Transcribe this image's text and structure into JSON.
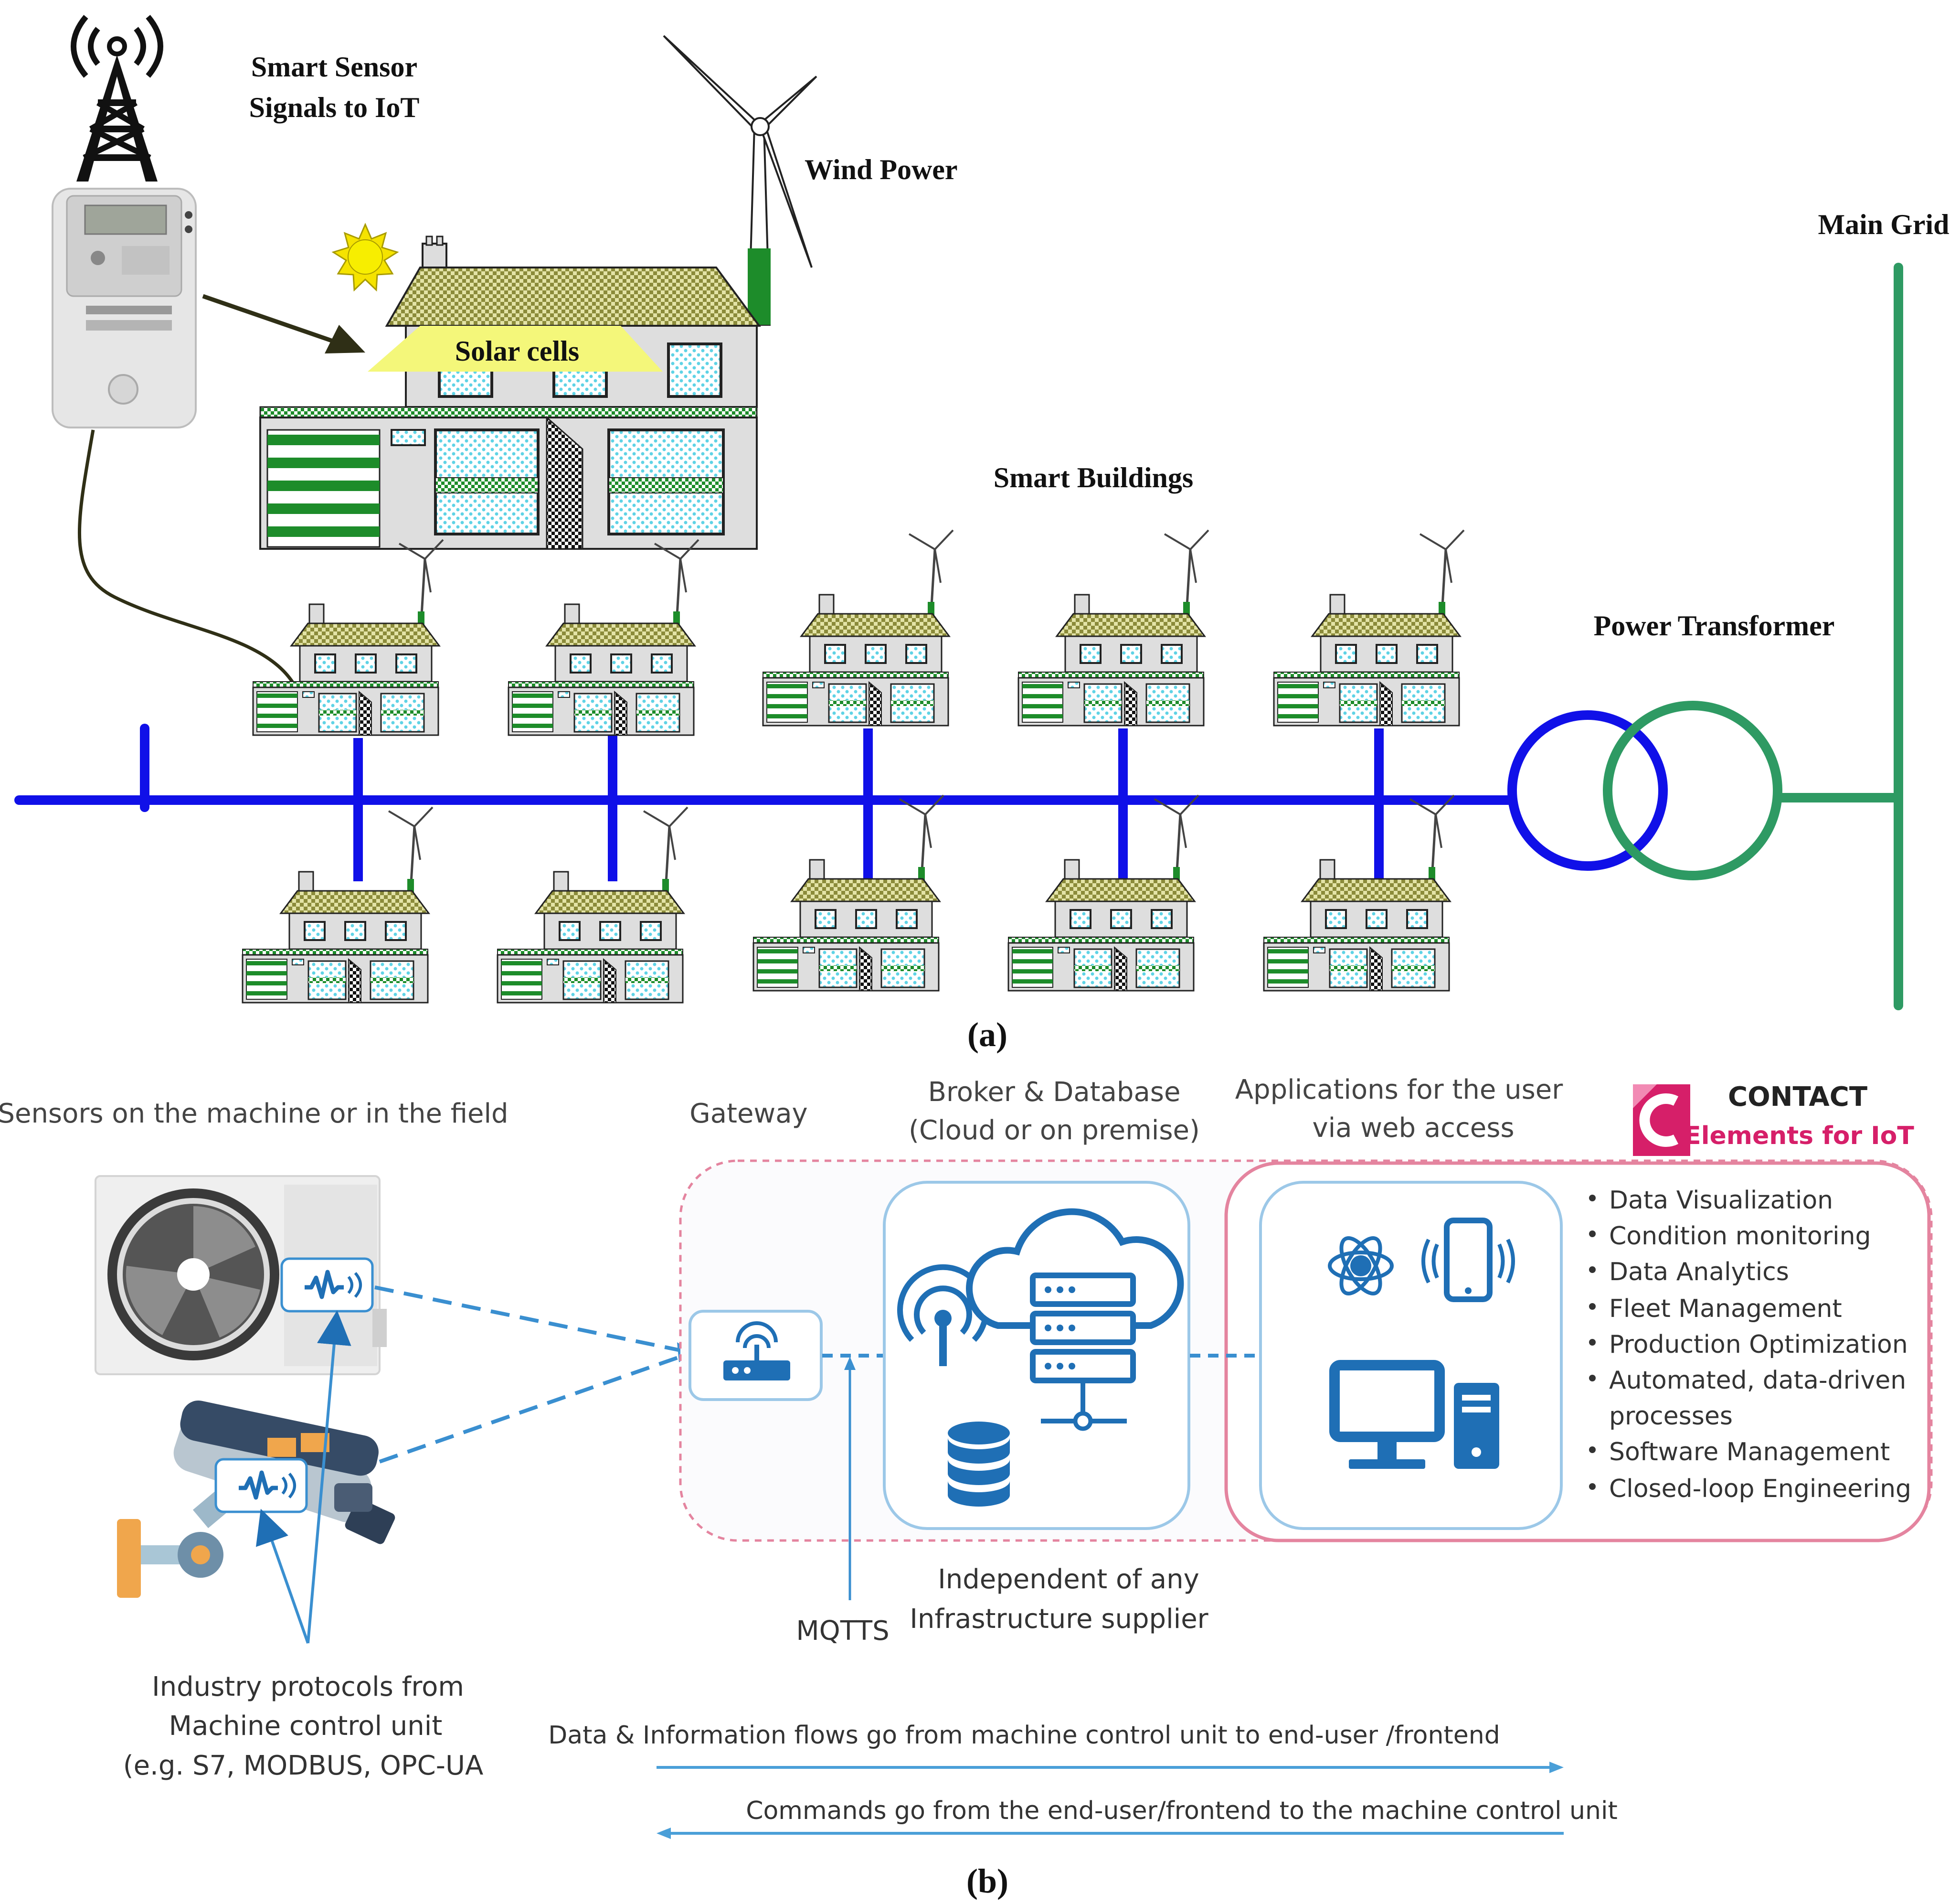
{
  "panel_a": {
    "caption": "(a)",
    "sensor_label_line1": "Smart Sensor",
    "sensor_label_line2": "Signals to IoT",
    "wind_power_label": "Wind Power",
    "solar_cells_label": "Solar cells",
    "smart_buildings_label": "Smart Buildings",
    "power_transformer_label": "Power Transformer",
    "main_grid_label": "Main Grid",
    "colors": {
      "bus": "#1010e8",
      "grid": "#2e9a63",
      "roof": "#9a9a50",
      "trim": "#1d8c2a",
      "window": "#5fd3e6",
      "solar": "#f4f77a"
    }
  },
  "panel_b": {
    "caption": "(b)",
    "sensors_heading": "Sensors on the machine or in the field",
    "gateway_heading": "Gateway",
    "broker_heading_line1": "Broker & Database",
    "broker_heading_line2": "(Cloud or on premise)",
    "apps_heading_line1": "Applications for the user",
    "apps_heading_line2": "via web access",
    "brand_name": "CONTACT",
    "brand_tagline": "Elements for IoT",
    "features": [
      "Data Visualization",
      "Condition monitoring",
      "Data Analytics",
      "Fleet Management",
      "Production Optimization",
      "Automated, data-driven",
      "processes",
      "Software Management",
      "Closed-loop Engineering"
    ],
    "independent_line1": "Independent  of any",
    "independent_line2": "Infrastructure supplier",
    "mqtts_label": "MQTTS",
    "protocols_line1": "Industry protocols from",
    "protocols_line2": "Machine control unit",
    "protocols_line3": "(e.g. S7, MODBUS, OPC-UA",
    "data_flow_label": "Data & Information  flows go from machine control unit to end-user /frontend",
    "commands_label": "Commands  go from the end-user/frontend  to the machine control unit",
    "colors": {
      "accent_blue": "#1f6fb5",
      "brand_magenta": "#d61f69",
      "arrow_blue": "#4a9fd8"
    }
  }
}
